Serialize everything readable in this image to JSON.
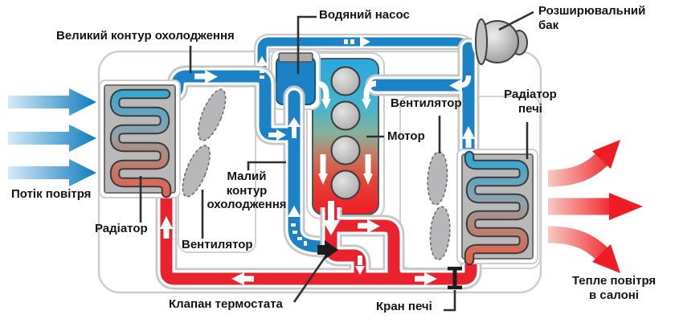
{
  "diagram": {
    "type": "engine-cooling-system-schematic",
    "labels": {
      "big_circuit": "Великий контур охолодження",
      "water_pump": "Водяний насос",
      "expansion_tank": "Розширювальний\nбак",
      "fan_right": "Вентилятор",
      "motor": "Мотор",
      "heater_radiator": "Радіатор\nпечі",
      "air_flow": "Потік повітря",
      "radiator": "Радіатор",
      "fan_left": "Вентилятор",
      "small_circuit": "Малий\nконтур\nохолодження",
      "thermostat_valve": "Клапан термостата",
      "heater_valve": "Кран печі",
      "warm_air": "Тепле повітря\nв салоні"
    },
    "colors": {
      "coolant_cold": "#1b82c5",
      "coolant_hot": "#e8232e",
      "metal_gray": "#b9b9b9",
      "air_cold_arrow": "#0e7cbd",
      "air_warm_arrow": "#ee1c24",
      "pipe_casing": "#c6c6c6",
      "label_text": "#141414"
    },
    "icons": [
      "radiator-coil-icon",
      "heater-radiator-coil-icon",
      "fan-icon",
      "engine-block-icon",
      "water-pump-icon",
      "expansion-tank-icon",
      "thermostat-valve-icon",
      "heater-valve-icon",
      "flow-arrow-icon",
      "air-flow-arrow-icon"
    ]
  }
}
